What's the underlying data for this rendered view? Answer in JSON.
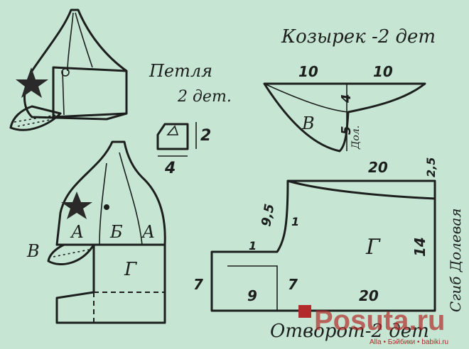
{
  "labels": {
    "visor_title": "Козырек -2 дет",
    "loop_title": "Петля",
    "loop_count": "2 дет.",
    "cuff_title": "Отворот-2 дет",
    "fold_label": "Сгиб Долевая",
    "fold_small": "Дол."
  },
  "part_letters": {
    "a": "А",
    "b": "Б",
    "v": "В",
    "g": "Г"
  },
  "dimensions": {
    "visor_left": "10",
    "visor_right": "10",
    "visor_upper": "4",
    "visor_lower": "5",
    "loop_height": "2",
    "loop_width": "4",
    "cuff_top": "20",
    "cuff_corner": "2,5",
    "cuff_diag": "9,5",
    "cuff_notch": "1",
    "cuff_one": "1",
    "cuff_side": "14",
    "cuff_left": "7",
    "cuff_inner": "7",
    "cuff_nine": "9",
    "cuff_bottom": "20"
  },
  "watermark": {
    "brand": "Posuta.ru",
    "credit": "Alla • Бэйбики • babiki.ru"
  },
  "colors": {
    "background": "#c6e6d3",
    "ink": "#1c1f1d",
    "watermark": "#b22a2a"
  }
}
